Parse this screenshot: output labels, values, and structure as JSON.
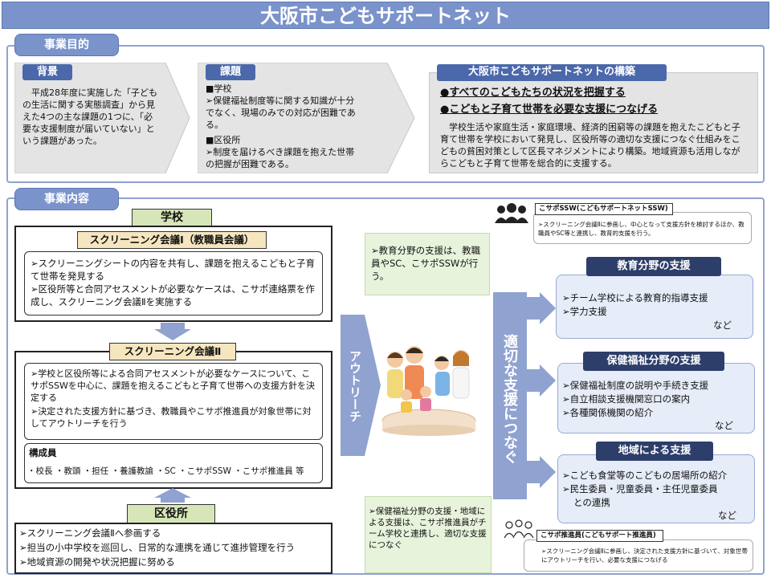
{
  "header": {
    "title": "大阪市こどもサポートネット"
  },
  "purpose": {
    "tab": "事業目的",
    "background": {
      "title": "背景",
      "text": "平成28年度に実施した「子どもの生活に関する実態調査」から見えた4つの主な課題の1つに、「必要な支援制度が届いていない」という課題があった。"
    },
    "issues": {
      "title": "課題",
      "school": "■学校",
      "school_bullet": "➢保健福祉制度等に関する知識が十分でなく、現場のみでの対応が困難である。",
      "ward": "■区役所",
      "ward_bullet": "➢制度を届けるべき課題を抱えた世帯の把握が困難である。"
    },
    "construction": {
      "title": "大阪市こどもサポートネットの構築",
      "point1": "●すべてのこどもたちの状況を把握する",
      "point2": "●こどもと子育て世帯を必要な支援につなげる",
      "text": "学校生活や家庭生活・家庭環境、経済的困窮等の課題を抱えたこどもと子育て世帯を学校において発見し、区役所等の適切な支援につなぐ仕組みをこどもの貧困対策として区長マネジメントにより構築。地域資源も活用しながらこどもと子育て世帯を総合的に支援する。"
    }
  },
  "content": {
    "tab": "事業内容",
    "school": {
      "title": "学校",
      "meeting1_title": "スクリーニング会議Ⅰ（教職員会議）",
      "meeting1_b1": "➢スクリーニングシートの内容を共有し、課題を抱えるこどもと子育て世帯を発見する",
      "meeting1_b2": "➢区役所等と合同アセスメントが必要なケースは、こサポ連絡票を作成し、スクリーニング会議Ⅱを実施する",
      "meeting2_title": "スクリーニング会議Ⅱ",
      "meeting2_b1": "➢学校と区役所等による合同アセスメントが必要なケースについて、こサポSSWを中心に、課題を抱えるこどもと子育て世帯への支援方針を決定する",
      "meeting2_b2": "➢決定された支援方針に基づき、教職員やこサポ推進員が対象世帯に対してアウトリーチを行う",
      "members_title": "構成員",
      "members": "・校長 ・教頭 ・担任 ・養護教諭 ・SC ・こサポSSW ・こサポ推進員 等"
    },
    "ward": {
      "title": "区役所",
      "b1": "➢スクリーニング会議Ⅱへ参画する",
      "b2": "➢担当の小中学校を巡回し、日常的な連携を通じて進捗管理を行う",
      "b3": "➢地域資源の開発や状況把握に努める"
    },
    "outreach": "アウトリーチ",
    "note_edu": "➢教育分野の支援は、教職員やSC、こサポSSWが行う。",
    "note_welfare": "➢保健福祉分野の支援・地域による支援は、こサポ推進員がチーム学校と連携し、適切な支援につなぐ",
    "connect": "適切な支援につなぐ",
    "ssw": {
      "label": "こサポSSW(こどもサポートネットSSW)",
      "text": "➢スクリーニング会議Ⅱに参画し、中心となって支援方針を検討するほか、教職員やSC等と連携し、教育的支援を行う。"
    },
    "promoter": {
      "label": "こサポ推進員(こどもサポート推進員)",
      "text": "➢スクリーニング会議Ⅱに参画し、決定された支援方針に基づいて、対象世帯にアウトリーチを行い、必要な支援につなげる"
    },
    "edu_support": {
      "title": "教育分野の支援",
      "b1": "➢チーム学校による教育的指導支援",
      "b2": "➢学力支援",
      "etc": "など"
    },
    "welfare_support": {
      "title": "保健福祉分野の支援",
      "b1": "➢保健福祉制度の説明や手続き支援",
      "b2": "➢自立相談支援機関窓口の案内",
      "b3": "➢各種関係機関の紹介",
      "etc": "など"
    },
    "community_support": {
      "title": "地域による支援",
      "b1": "➢こども食堂等のこどもの居場所の紹介",
      "b2": "➢民生委員・児童委員・主任児童委員",
      "b3": "との連携",
      "etc": "など"
    }
  }
}
